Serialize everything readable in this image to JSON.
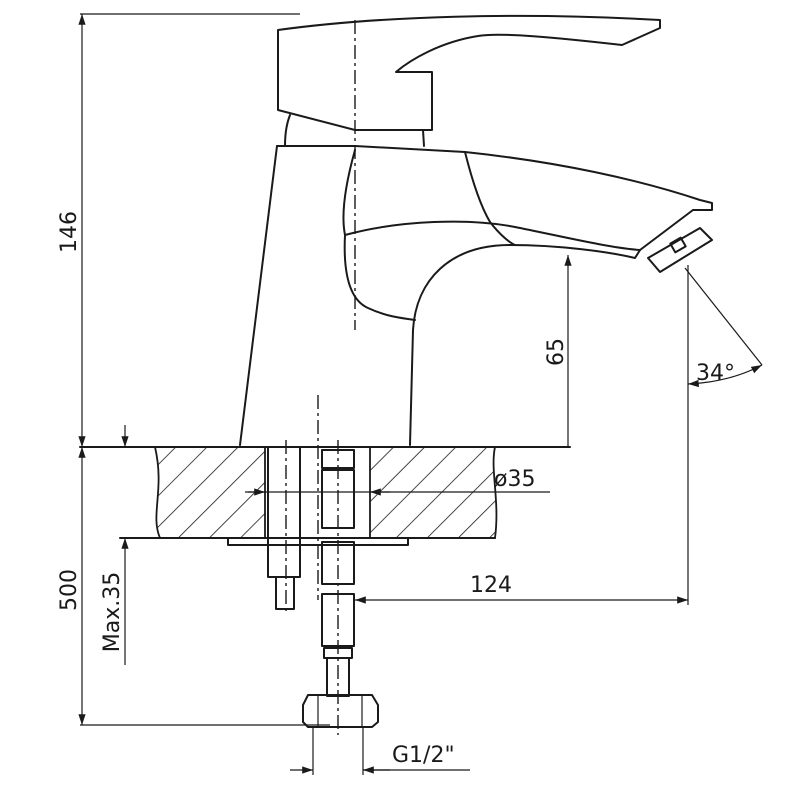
{
  "drawing": {
    "dimensions": {
      "total_height": "146",
      "spout_height": "65",
      "spout_angle": "34°",
      "hole_diameter": "ø35",
      "spout_reach": "124",
      "hose_length": "500",
      "max_counter_thickness": "Max.35",
      "connection_thread": "G1/2\""
    }
  }
}
